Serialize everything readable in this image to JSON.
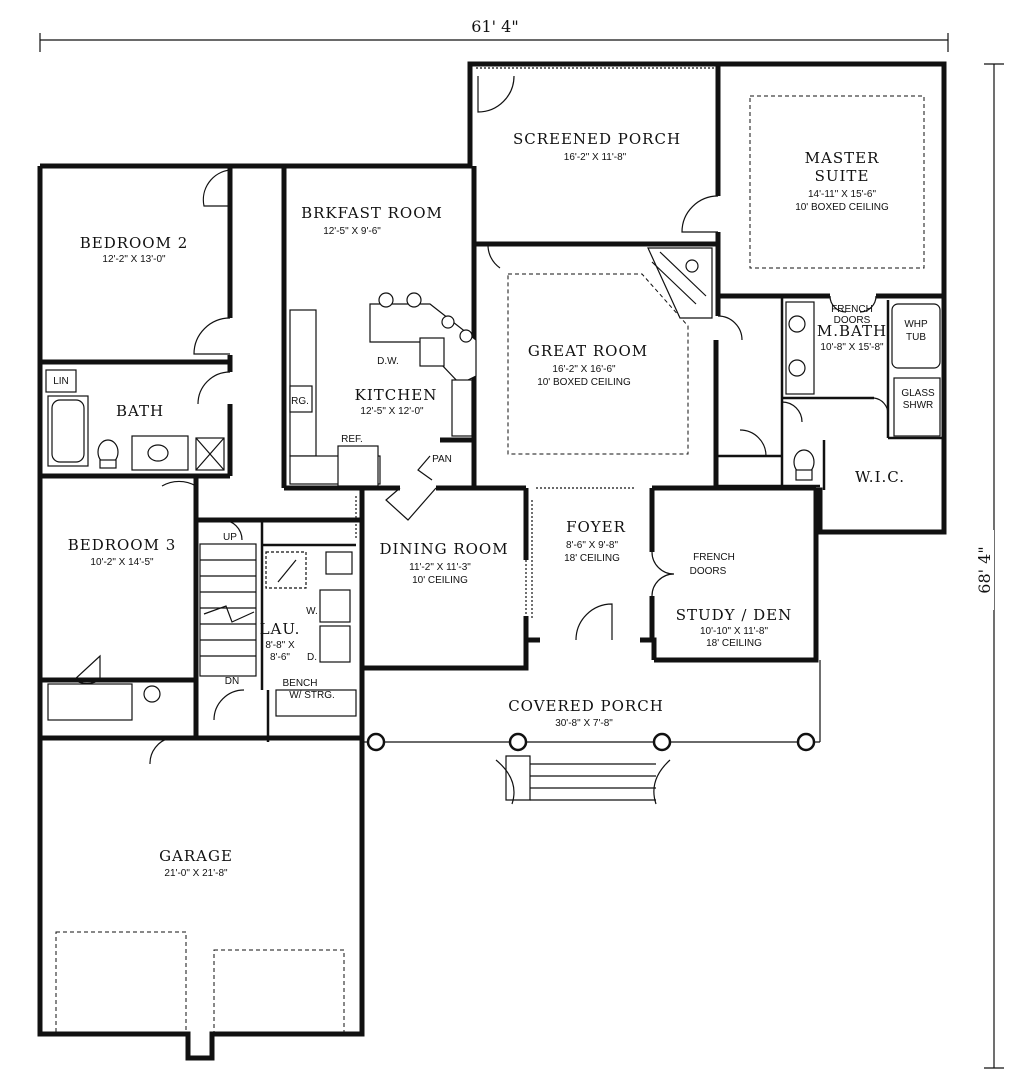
{
  "dimensions": {
    "width_overall": "61' 4\"",
    "depth_overall": "68' 4\""
  },
  "rooms": {
    "screened_porch": {
      "name": "SCREENED PORCH",
      "size": "16'-2\" X 11'-8\""
    },
    "master_suite": {
      "name_line1": "MASTER",
      "name_line2": "SUITE",
      "size": "14'-11\" X 15'-6\"",
      "note": "10' BOXED CEILING"
    },
    "bedroom2": {
      "name": "BEDROOM 2",
      "size": "12'-2\" X 13'-0\""
    },
    "brkfast": {
      "name": "BRKFAST ROOM",
      "size": "12'-5\" X 9'-6\""
    },
    "great_room": {
      "name": "GREAT ROOM",
      "size": "16'-2\" X 16'-6\"",
      "note": "10' BOXED CEILING"
    },
    "kitchen": {
      "name": "KITCHEN",
      "size": "12'-5\" X 12'-0\""
    },
    "bath": {
      "name": "BATH"
    },
    "mbath": {
      "name": "M.BATH",
      "size": "10'-8\" X 15'-8\""
    },
    "wic": {
      "name": "W.I.C."
    },
    "bedroom3": {
      "name": "BEDROOM 3",
      "size": "10'-2\" X 14'-5\""
    },
    "dining": {
      "name": "DINING ROOM",
      "size": "11'-2\" X 11'-3\"",
      "note": "10' CEILING"
    },
    "foyer": {
      "name": "FOYER",
      "size": "8'-6\" X 9'-8\"",
      "note": "18' CEILING"
    },
    "study": {
      "name": "STUDY / DEN",
      "size": "10'-10\" X 11'-8\"",
      "note": "18' CEILING"
    },
    "lau": {
      "name": "LAU.",
      "size_line1": "8'-8\" X",
      "size_line2": "8'-6\""
    },
    "covered_porch": {
      "name": "COVERED PORCH",
      "size": "30'-8\" X 7'-8\""
    },
    "garage": {
      "name": "GARAGE",
      "size": "21'-0\" X 21'-8\""
    }
  },
  "labels": {
    "french_doors_1": "FRENCH",
    "french_doors_2": "DOORS",
    "french_doors_study_1": "FRENCH",
    "french_doors_study_2": "DOORS",
    "whp_tub_1": "WHP",
    "whp_tub_2": "TUB",
    "glass_shwr_1": "GLASS",
    "glass_shwr_2": "SHWR",
    "lin": "LIN",
    "dw": "D.W.",
    "rg": "RG.",
    "ref": "REF.",
    "pan": "PAN",
    "up": "UP",
    "dn": "DN",
    "w": "W.",
    "d": "D.",
    "bench_1": "BENCH",
    "bench_2": "W/ STRG."
  }
}
